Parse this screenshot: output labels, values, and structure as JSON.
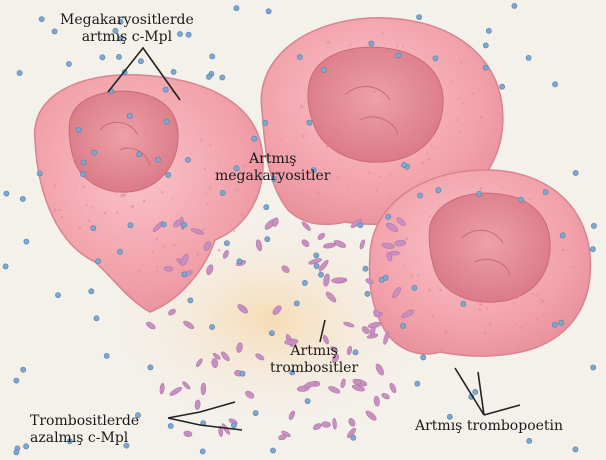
{
  "labels": {
    "mpl_increased": [
      "Megakaryositlerde",
      "artmış  c-Mpl"
    ],
    "megakaryocytes": [
      "Artmış",
      "megakaryositler"
    ],
    "thrombocytes": [
      "Artmış",
      "trombositler"
    ],
    "mpl_decreased": [
      "Trombositlerde",
      "azalmış c-Mpl"
    ],
    "thrombopoietin": "Artmış trombopoetin"
  },
  "colors": {
    "background": "#f4f0ea",
    "cell_fill": "#f3a6ae",
    "cell_edge": "#d97f8a",
    "nucleus": "#e2848f",
    "platelet": "#c98fc0",
    "tpo_dot": "#6f9cc8",
    "glow": "#f7dcb4",
    "leader_line": "#222222"
  }
}
